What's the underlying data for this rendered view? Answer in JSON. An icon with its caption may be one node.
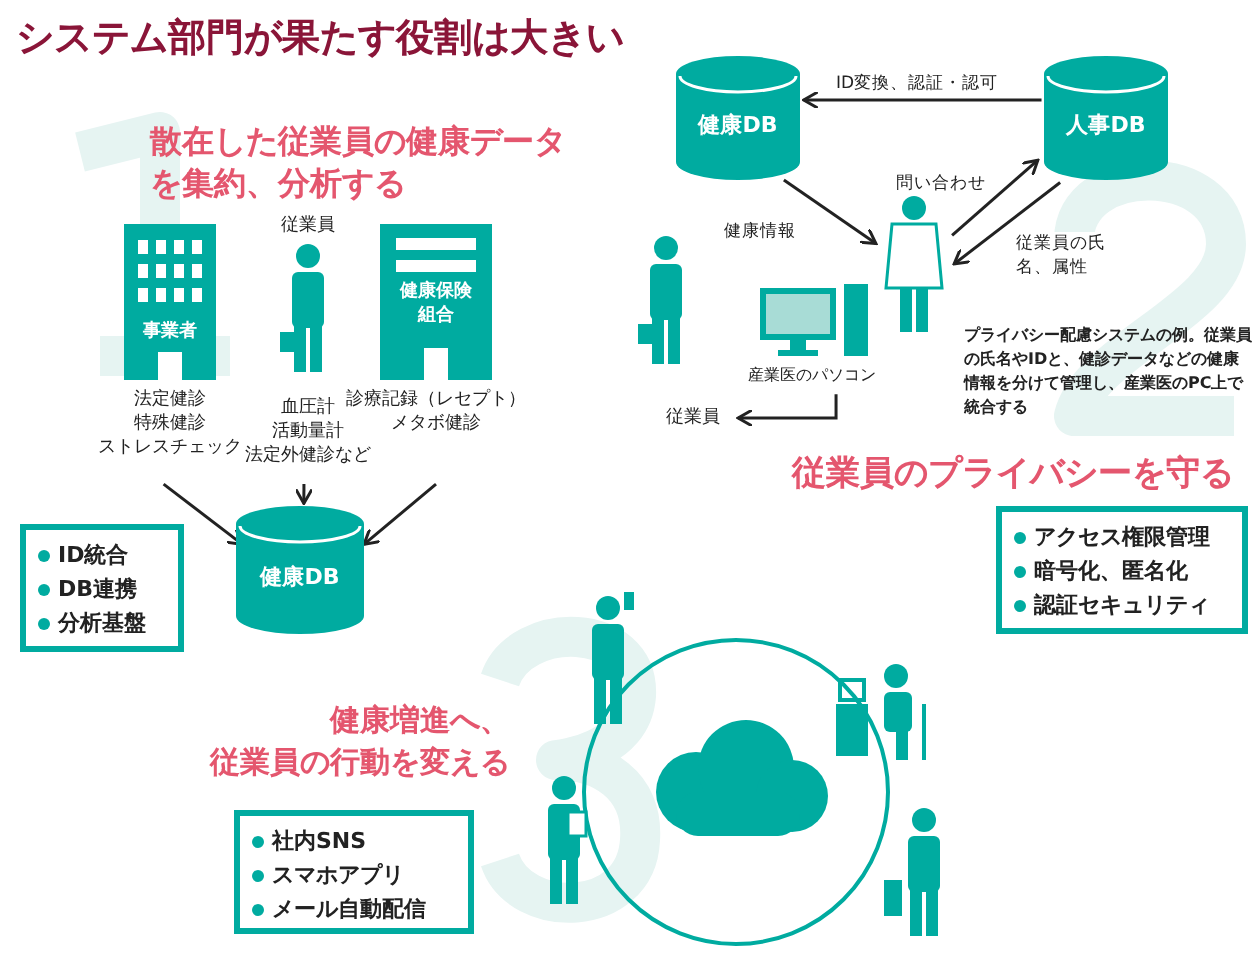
{
  "diagram": {
    "title": "システム部門が果たす役割は大きい",
    "nodes": [
      {
        "text": [
          "事業者"
        ],
        "beside": [
          "法定健診",
          "特殊健診",
          "ストレスチェック"
        ]
      },
      {
        "text": [
          "従業員"
        ],
        "beside": [
          "血圧計",
          "活動量計",
          "法定外健診など"
        ]
      },
      {
        "text": [
          "健康保険組合"
        ],
        "beside": [
          "診療記録（レセプト）",
          "メタボ健診"
        ]
      },
      {
        "text": [
          "健康DB"
        ]
      },
      {
        "text": [
          "ID統合",
          "DB連携",
          "分析基盤"
        ]
      },
      {
        "text": [
          "健康DB"
        ]
      },
      {
        "text": [
          "人事DB"
        ]
      },
      {
        "text": [
          "産業医のパソコン"
        ]
      },
      {
        "text": [],
        "shape": "picture"
      },
      {
        "text": [
          "従業員"
        ]
      },
      {
        "text": [
          "アクセス権限管理",
          "暗号化、匿名化",
          "認証セキュリティ"
        ]
      },
      {
        "text": [],
        "shape": "cloud"
      },
      {
        "text": [
          "社内SNS",
          "スマホアプリ",
          "メール自動配信"
        ]
      }
    ],
    "edges": [
      {
        "from": 0,
        "to": 3,
        "arrow": "to"
      },
      {
        "from": 1,
        "to": 3,
        "arrow": "to"
      },
      {
        "from": 2,
        "to": 3,
        "arrow": "to"
      },
      {
        "from": 6,
        "to": 5,
        "arrow": "to",
        "label": "ID変換、認証・認可"
      },
      {
        "from": 5,
        "to": 8,
        "arrow": "to",
        "label": "健康情報"
      },
      {
        "from": 8,
        "to": 6,
        "arrow": "to",
        "label": "問い合わせ"
      },
      {
        "from": 6,
        "to": 8,
        "arrow": "to",
        "label": "従業員の氏名、属性"
      },
      {
        "from": 7,
        "to": 9,
        "arrow": "to"
      }
    ],
    "labels": [
      "散在した従業員の健康データを集約、分析する",
      "プライバシー配慮システムの例。従業員の氏名やIDと、健診データなどの健康情報を分けて管理し、産業医のPC上で統合する",
      "従業員のプライバシーを守る",
      "健康増進へ、従業員の行動を変える"
    ]
  }
}
